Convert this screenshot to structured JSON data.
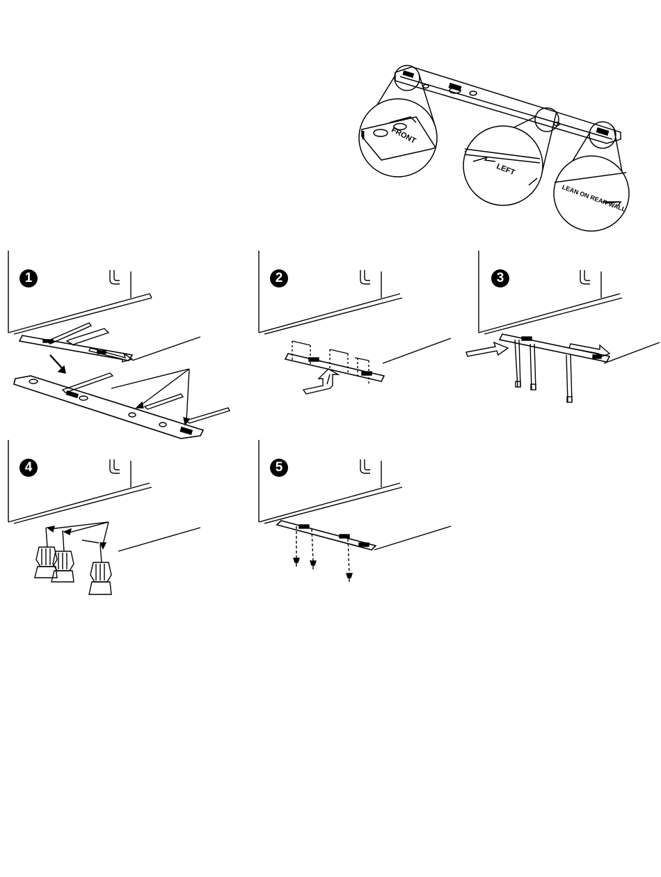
{
  "detail": {
    "front_label": "FRONT",
    "left_label": "LEFT",
    "lean_on_rear_wall_label": "LEAN ON REAR WALL"
  },
  "steps": [
    {
      "number": "1"
    },
    {
      "number": "2"
    },
    {
      "number": "3"
    },
    {
      "number": "4"
    },
    {
      "number": "5"
    }
  ],
  "colors": {
    "line": "#000000",
    "background": "#ffffff"
  }
}
